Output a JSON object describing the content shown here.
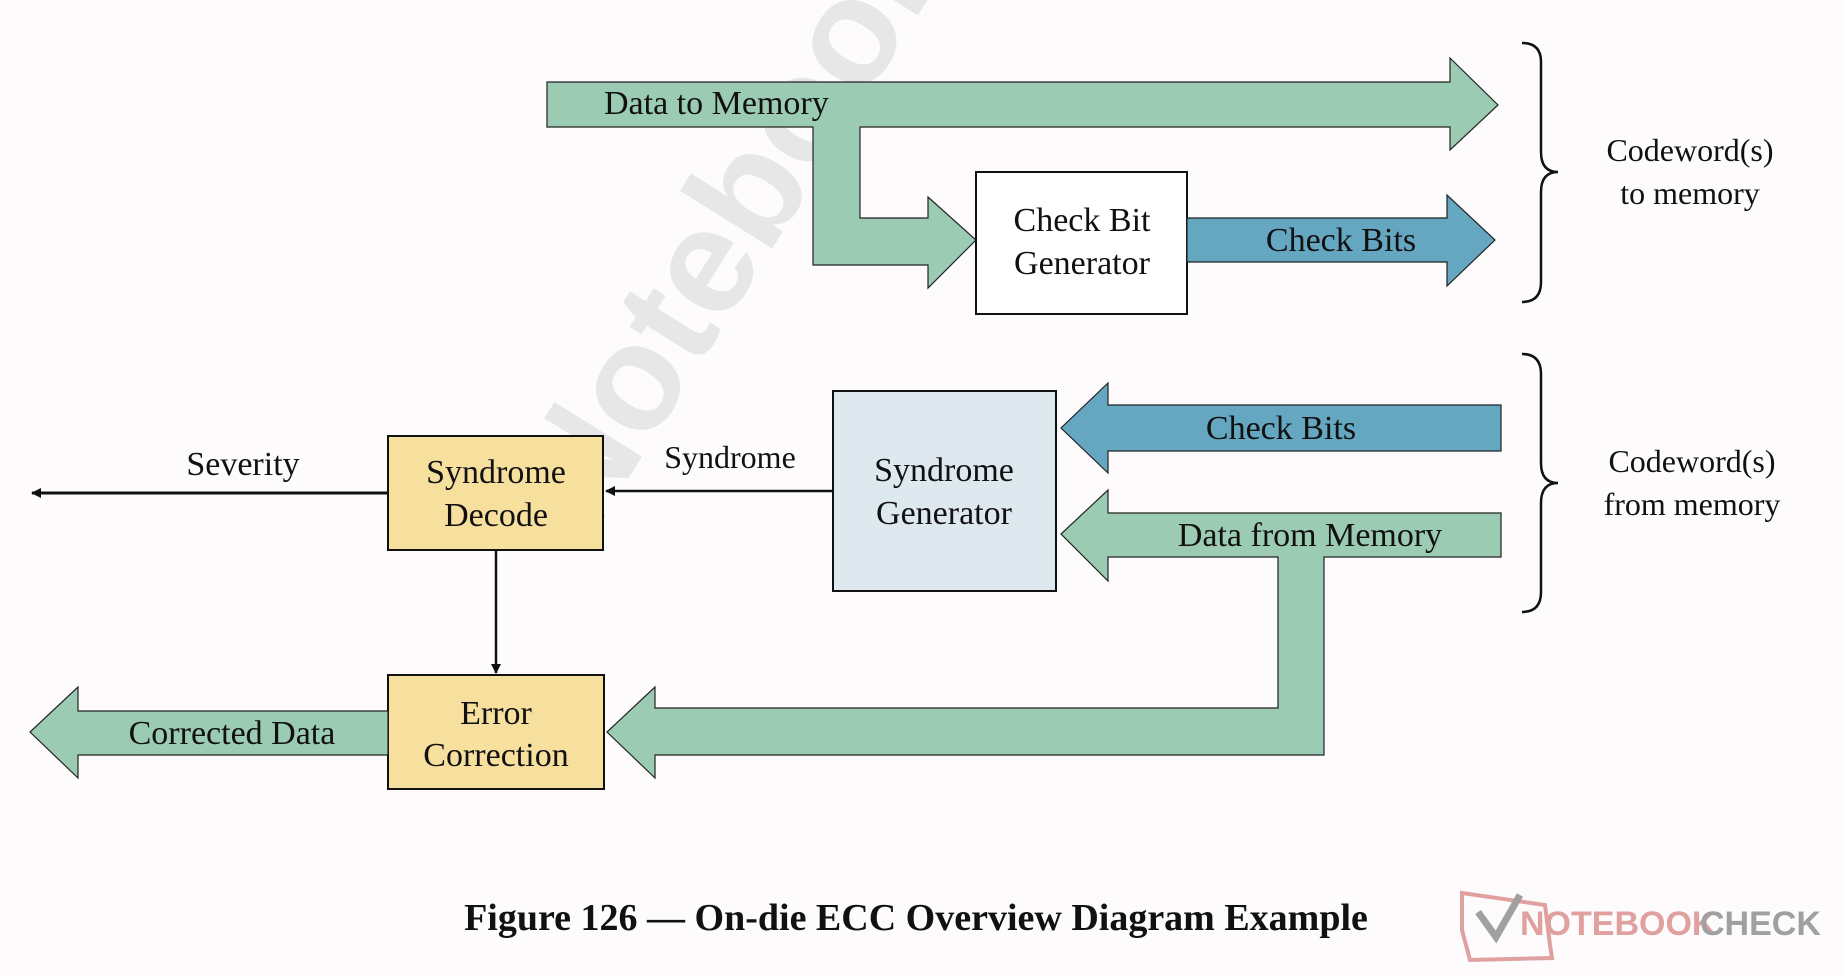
{
  "colors": {
    "data_arrow": "#9ccbb3",
    "check_arrow": "#65a7c1",
    "generator_box": "#ffffff",
    "syndrome_generator_box": "#dde8ef",
    "decode_box": "#f7df9e",
    "stroke": "#111111",
    "background": "#fdfbfb",
    "logo_red": "#d98a8a",
    "logo_gray": "#8a8a8a"
  },
  "write_path": {
    "data_to_memory": "Data to Memory",
    "check_bit_generator": [
      "Check Bit",
      "Generator"
    ],
    "check_bits_out": "Check Bits",
    "brace_label": [
      "Codeword(s)",
      "to memory"
    ]
  },
  "read_path": {
    "check_bits_in": "Check Bits",
    "data_from_memory": "Data from Memory",
    "syndrome_generator": [
      "Syndrome",
      "Generator"
    ],
    "syndrome": "Syndrome",
    "syndrome_decode": [
      "Syndrome",
      "Decode"
    ],
    "severity": "Severity",
    "error_correction": [
      "Error",
      "Correction"
    ],
    "corrected_data": "Corrected Data",
    "brace_label": [
      "Codeword(s)",
      "from memory"
    ]
  },
  "caption": "Figure 126 — On-die ECC Overview Diagram Example",
  "watermark": "Notebookcheck",
  "logo": {
    "part1": "NOTEBOOK",
    "part2": "CHECK"
  }
}
